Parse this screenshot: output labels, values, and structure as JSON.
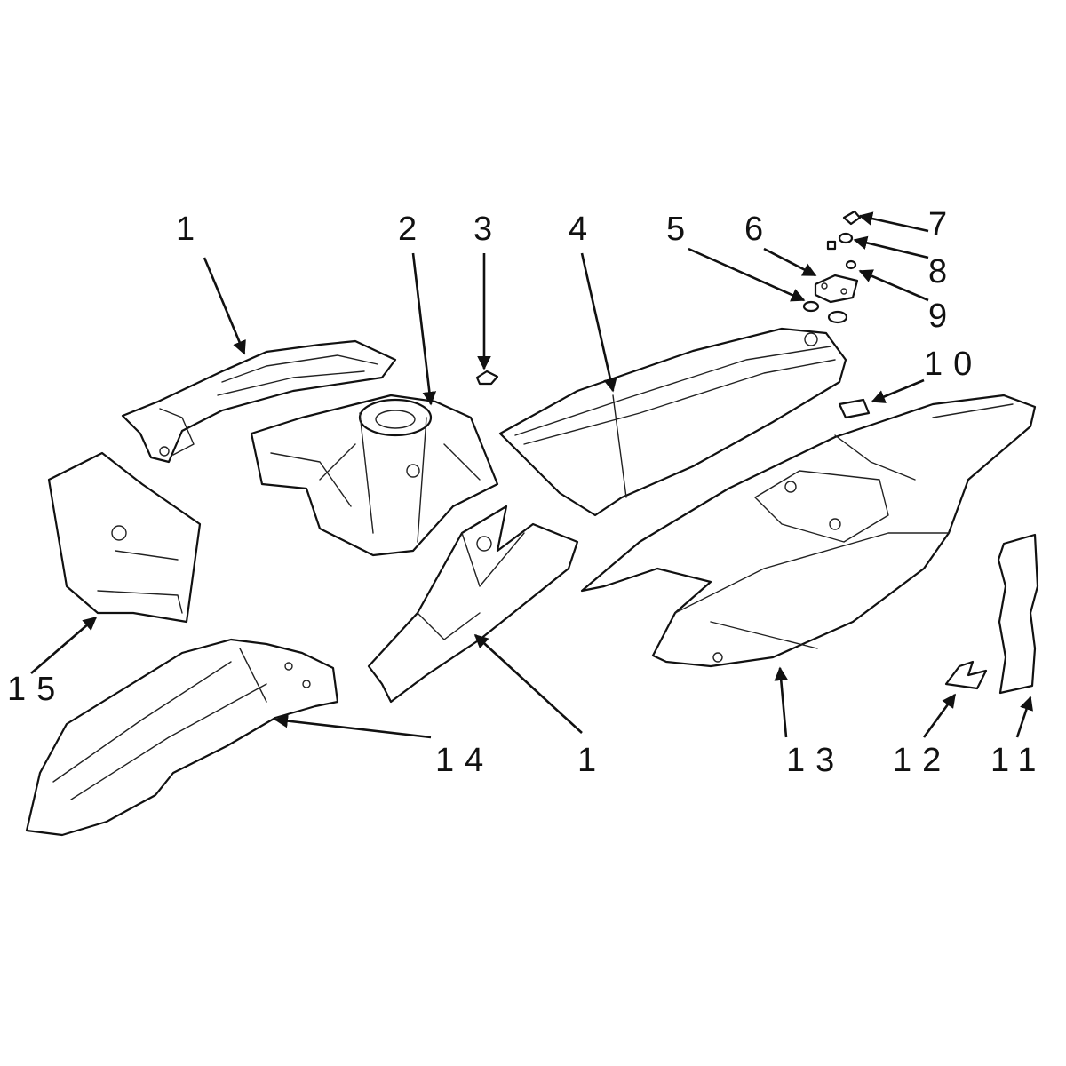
{
  "diagram": {
    "callouts": [
      {
        "id": "c1a",
        "text": "1"
      },
      {
        "id": "c2",
        "text": "2"
      },
      {
        "id": "c3",
        "text": "3"
      },
      {
        "id": "c4",
        "text": "4"
      },
      {
        "id": "c5",
        "text": "5"
      },
      {
        "id": "c6",
        "text": "6"
      },
      {
        "id": "c7",
        "text": "7"
      },
      {
        "id": "c8",
        "text": "8"
      },
      {
        "id": "c9",
        "text": "9"
      },
      {
        "id": "c10",
        "text": "10"
      },
      {
        "id": "c11",
        "text": "11"
      },
      {
        "id": "c12",
        "text": "12"
      },
      {
        "id": "c13",
        "text": "13"
      },
      {
        "id": "c14",
        "text": "14"
      },
      {
        "id": "c1b",
        "text": "1"
      },
      {
        "id": "c15",
        "text": "15"
      }
    ],
    "line_color": "#111111",
    "background": "#ffffff"
  }
}
